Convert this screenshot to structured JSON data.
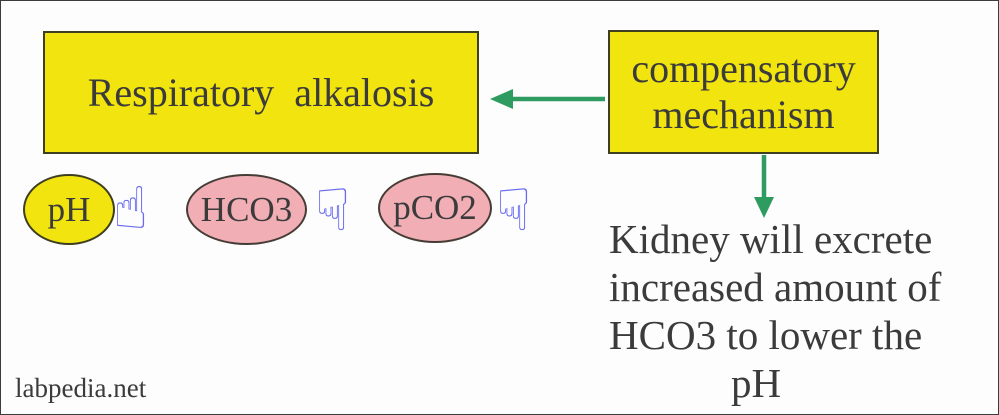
{
  "colors": {
    "yellow": "#F2E40E",
    "pink": "#F1AEB5",
    "green": "#2E9C60",
    "hand": "#6B6BF0",
    "text": "#3B3B3B",
    "border": "#3C3C3C",
    "background": "#FDFDFD"
  },
  "boxes": {
    "respiratory": {
      "label": "Respiratory  alkalosis"
    },
    "compensatory": {
      "line1": "compensatory",
      "line2": "mechanism"
    }
  },
  "indicators": {
    "ph": {
      "label": "pH",
      "direction": "up"
    },
    "hco3": {
      "label": "HCO3",
      "direction": "down"
    },
    "pco2": {
      "label": "pCO2",
      "direction": "down"
    }
  },
  "icons": {
    "hand_up": "☝",
    "hand_down": "☟"
  },
  "note": {
    "lines": [
      "Kidney will excrete",
      "increased amount of",
      "HCO3 to lower the",
      "pH"
    ]
  },
  "watermark": "labpedia.net"
}
